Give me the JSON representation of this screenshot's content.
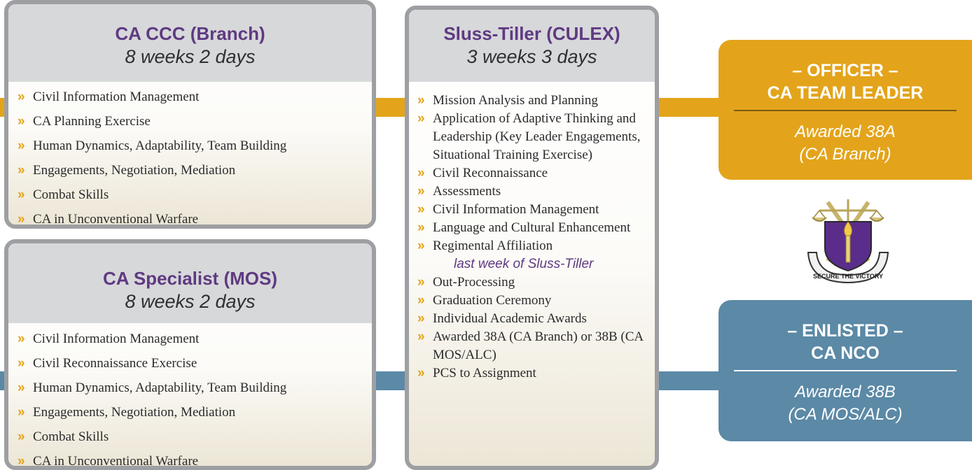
{
  "colors": {
    "officer": "#e3a41b",
    "enlisted": "#5b89a6",
    "title": "#5f3a82",
    "card_border": "#9d9fa2"
  },
  "cards": {
    "branch": {
      "title": "CA CCC (Branch)",
      "duration": "8 weeks 2 days",
      "items": [
        "Civil Information Management",
        "CA Planning Exercise",
        "Human Dynamics, Adaptability, Team Building",
        "Engagements, Negotiation, Mediation",
        "Combat Skills",
        "CA in Unconventional Warfare"
      ]
    },
    "mos": {
      "title": "CA Specialist (MOS)",
      "duration": "8 weeks 2 days",
      "items": [
        "Civil Information Management",
        "Civil Reconnaissance Exercise",
        "Human Dynamics, Adaptability, Team Building",
        "Engagements, Negotiation, Mediation",
        "Combat Skills",
        "CA in Unconventional Warfare"
      ]
    },
    "culex": {
      "title": "Sluss-Tiller (CULEX)",
      "duration": "3 weeks 3 days",
      "items": [
        "Mission Analysis and Planning",
        "Application of Adaptive Thinking and Leadership (Key Leader Engagements, Situational Training Exercise)",
        "Civil Reconnaissance",
        "Assessments",
        "Civil Information Management",
        "Language and Cultural Enhancement",
        "Regimental Affiliation",
        "Out-Processing",
        "Graduation Ceremony",
        "Individual Academic Awards",
        "Awarded 38A (CA Branch) or 38B (CA MOS/ALC)",
        "PCS to Assignment"
      ],
      "note": "last week of Sluss-Tiller"
    }
  },
  "outcomes": {
    "officer": {
      "line1": "– OFFICER –",
      "line2": "CA TEAM LEADER",
      "award1": "Awarded 38A",
      "award2": "(CA Branch)"
    },
    "enlisted": {
      "line1": "– ENLISTED –",
      "line2": "CA NCO",
      "award1": "Awarded 38B",
      "award2": "(CA MOS/ALC)"
    }
  },
  "insignia": {
    "icon": "civil-affairs-regimental-insignia",
    "motto": "SECURE THE VICTORY"
  }
}
